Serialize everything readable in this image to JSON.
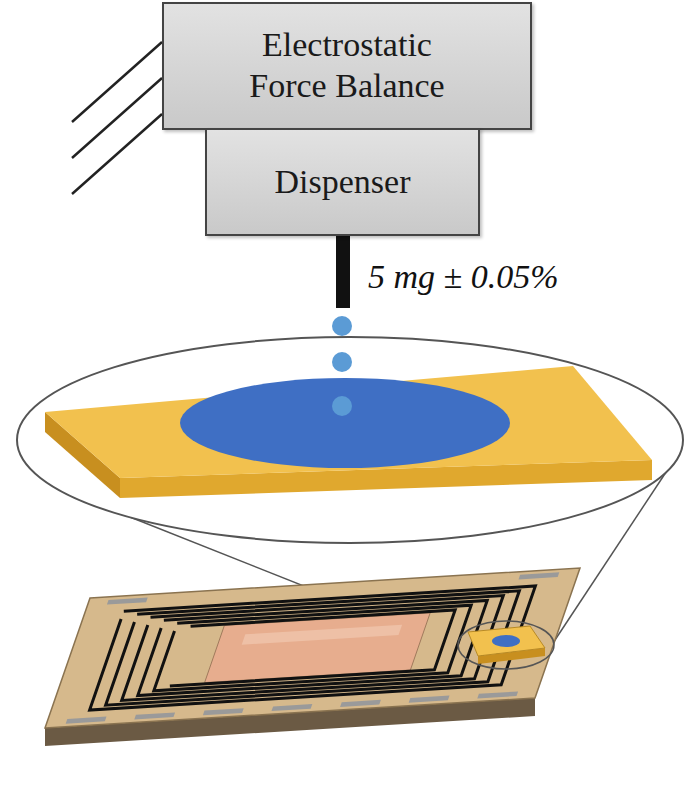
{
  "diagram": {
    "nodes": [
      {
        "text": [
          "Electrostatic Force Balance"
        ]
      },
      {
        "text": [
          "Dispenser"
        ]
      }
    ],
    "labels": [
      "5 mg ± 0.05%"
    ]
  }
}
